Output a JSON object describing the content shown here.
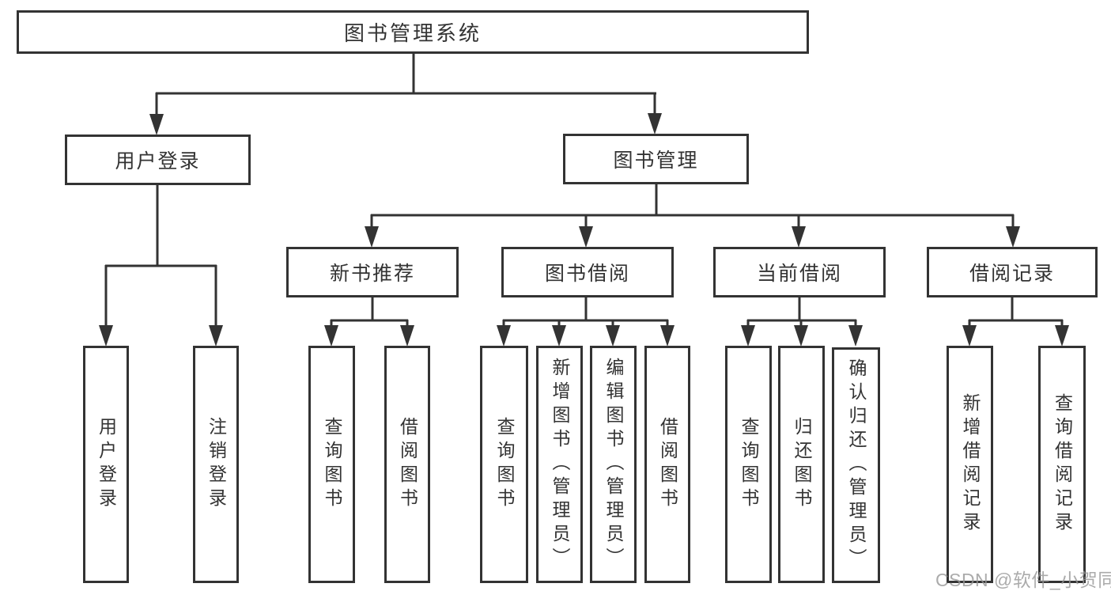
{
  "tree": {
    "label": "图书管理系统",
    "children": [
      {
        "label": "用户登录",
        "children": [
          {
            "label": "用户登录"
          },
          {
            "label": "注销登录"
          }
        ]
      },
      {
        "label": "图书管理",
        "children": [
          {
            "label": "新书推荐",
            "children": [
              {
                "label": "查询图书"
              },
              {
                "label": "借阅图书"
              }
            ]
          },
          {
            "label": "图书借阅",
            "children": [
              {
                "label": "查询图书"
              },
              {
                "label": "新增图书（管理员）"
              },
              {
                "label": "编辑图书（管理员）"
              },
              {
                "label": "借阅图书"
              }
            ]
          },
          {
            "label": "当前借阅",
            "children": [
              {
                "label": "查询图书"
              },
              {
                "label": "归还图书"
              },
              {
                "label": "确认归还（管理员）"
              }
            ]
          },
          {
            "label": "借阅记录",
            "children": [
              {
                "label": "新增借阅记录"
              },
              {
                "label": "查询借阅记录"
              }
            ]
          }
        ]
      }
    ]
  },
  "watermark": "CSDN @软件_小贺同学",
  "colors": {
    "line": "#333333",
    "text": "#333333",
    "background": "#ffffff",
    "watermark": "#969696"
  }
}
